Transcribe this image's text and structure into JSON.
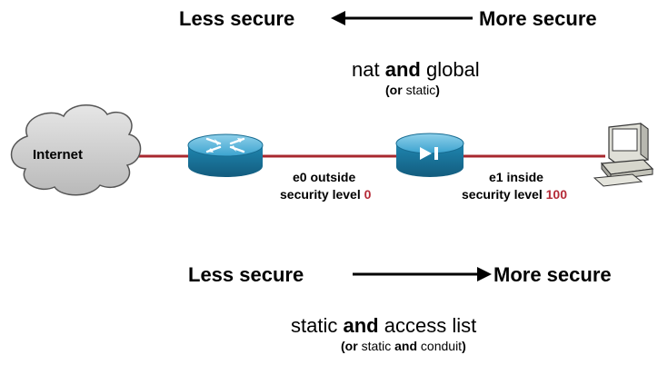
{
  "top": {
    "left_text": "Less secure",
    "right_text": "More secure",
    "cmd": {
      "part1": "nat",
      "conj": "and",
      "part2": "global"
    },
    "alt": {
      "open": "(",
      "or": "or",
      "word": "static",
      "close": ")"
    }
  },
  "network": {
    "cloud_label": "Internet",
    "outside": {
      "line1": "e0 outside",
      "line2_prefix": "security level",
      "level": "0"
    },
    "inside": {
      "line1": "e1 inside",
      "line2_prefix": "security level",
      "level": "100"
    }
  },
  "bottom": {
    "left_text": "Less secure",
    "right_text": "More secure",
    "cmd": {
      "part1": "static",
      "conj": "and",
      "part2": "access list"
    },
    "alt": {
      "open": "(",
      "or": "or",
      "word1": "static",
      "conj": "and",
      "word2": "conduit",
      "close": ")"
    }
  },
  "colors": {
    "link": "#a8282f",
    "device": "#1b7fa6",
    "level": "#b52a37",
    "cloud": "#cfcfcf"
  },
  "icons": [
    "cloud-icon",
    "router-icon",
    "firewall-icon",
    "pc-icon",
    "arrow-left-icon",
    "arrow-right-icon"
  ]
}
